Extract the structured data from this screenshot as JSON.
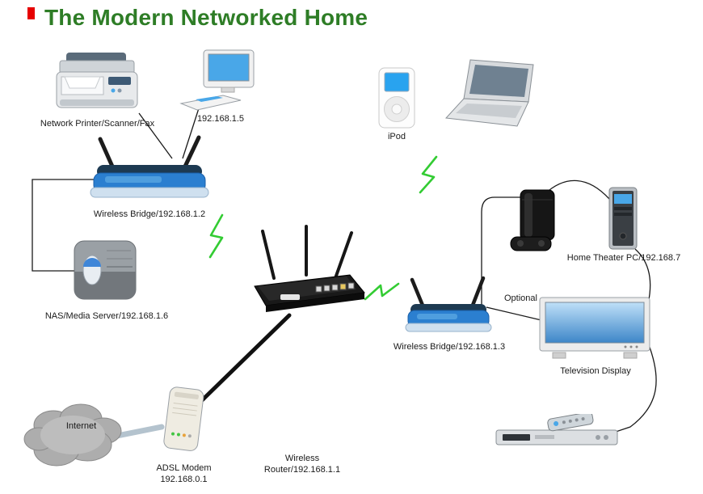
{
  "title": "The Modern Networked Home",
  "colors": {
    "title_green": "#2e7d26",
    "wireless_signal_green": "#33cc33",
    "bridge_blue": "#2b7fd0",
    "screen_blue": "#49a7e8"
  },
  "labels": {
    "printer": "Network Printer/Scanner/Fax",
    "desktop": "192.168.1.5",
    "ipod": "iPod",
    "bridge12": "Wireless Bridge/192.168.1.2",
    "nas": "NAS/Media Server/192.168.1.6",
    "router": "Wireless Router/192.168.1.1",
    "bridge13": "Wireless Bridge/192.168.1.3",
    "optional": "Optional",
    "htpc": "Home Theater PC/192.168.7",
    "tv": "Television Display",
    "modem_line1": "ADSL Modem",
    "modem_line2": "192.168.0.1",
    "cloud": "Internet"
  }
}
